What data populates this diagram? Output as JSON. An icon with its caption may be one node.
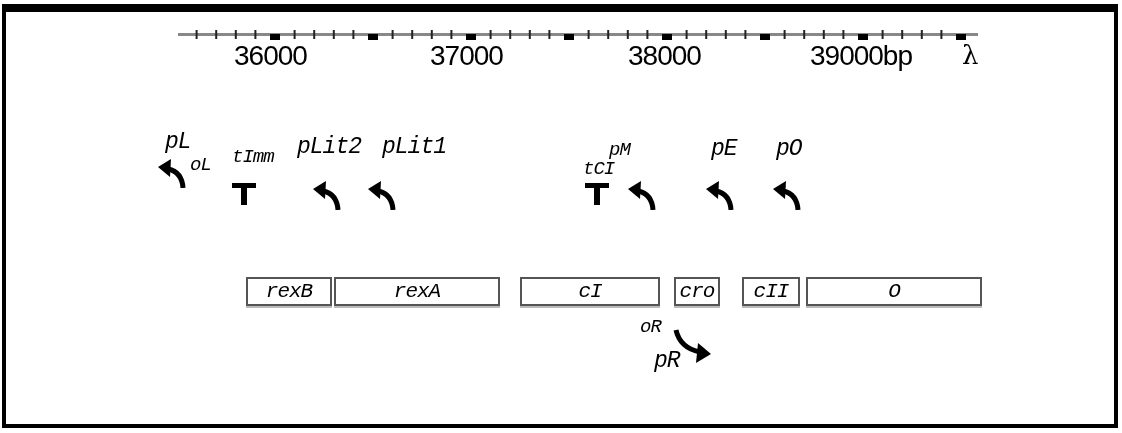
{
  "diagram": {
    "nodes": [
      {
        "text": [
          "rexB"
        ]
      },
      {
        "text": [
          "rexA"
        ]
      },
      {
        "text": [
          "cI"
        ]
      },
      {
        "text": [
          "cro"
        ]
      },
      {
        "text": [
          "cII"
        ]
      },
      {
        "text": [
          "O"
        ]
      }
    ],
    "labels": [
      "36000",
      "37000",
      "38000",
      "39000bp",
      "λ",
      "pL",
      "pLit2",
      "pLit1",
      "pM",
      "pE",
      "pO",
      "oL",
      "tImm",
      "tCI",
      "oR",
      "pR"
    ]
  }
}
